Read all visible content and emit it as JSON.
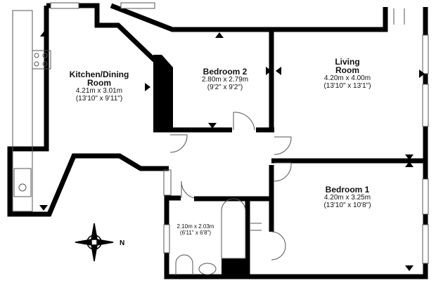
{
  "rooms": [
    {
      "name": "Kitchen/Dining Room",
      "metric": "4.21m x 3.01m",
      "imperial": "(13'10\" x 9'11\")"
    },
    {
      "name": "Bedroom 2",
      "metric": "2.80m x 2.79m",
      "imperial": "(9'2\" x 9'2\")"
    },
    {
      "name": "Living Room",
      "metric": "4.20m x 4.00m",
      "imperial": "(13'10\" x 13'1\")"
    },
    {
      "name": "Bedroom 1",
      "metric": "4.20m x 3.25m",
      "imperial": "(13'10\" x 10'8\")"
    },
    {
      "name": "",
      "metric": "2.10m x 2.03m",
      "imperial": "(6'11\" x 6'8\")"
    }
  ],
  "compass": {
    "label": "N"
  },
  "colors": {
    "wall": "#000000",
    "fixture": "#555555"
  }
}
